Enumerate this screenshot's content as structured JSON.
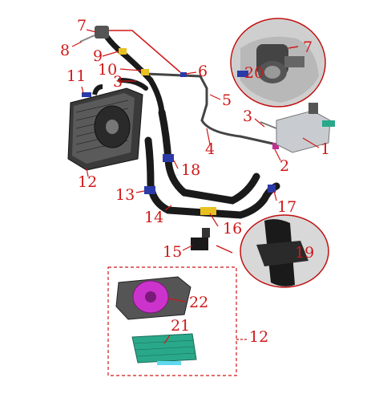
{
  "callouts": [
    {
      "id": "1",
      "text": "1"
    },
    {
      "id": "2",
      "text": "2"
    },
    {
      "id": "3a",
      "text": "3"
    },
    {
      "id": "3b",
      "text": "3"
    },
    {
      "id": "4",
      "text": "4"
    },
    {
      "id": "5",
      "text": "5"
    },
    {
      "id": "6",
      "text": "6"
    },
    {
      "id": "7a",
      "text": "7"
    },
    {
      "id": "7b",
      "text": "7"
    },
    {
      "id": "8",
      "text": "8"
    },
    {
      "id": "9",
      "text": "9"
    },
    {
      "id": "10",
      "text": "10"
    },
    {
      "id": "11",
      "text": "11"
    },
    {
      "id": "12a",
      "text": "12"
    },
    {
      "id": "12b",
      "text": "12"
    },
    {
      "id": "13",
      "text": "13"
    },
    {
      "id": "14",
      "text": "14"
    },
    {
      "id": "15",
      "text": "15"
    },
    {
      "id": "16",
      "text": "16"
    },
    {
      "id": "17",
      "text": "17"
    },
    {
      "id": "18",
      "text": "18"
    },
    {
      "id": "19",
      "text": "19"
    },
    {
      "id": "20",
      "text": "20"
    },
    {
      "id": "21",
      "text": "21"
    },
    {
      "id": "22",
      "text": "22"
    }
  ],
  "colors": {
    "callout": "#d01818",
    "hose": "#1a1a1a",
    "radiator": "#3a3a3a",
    "clamp_blue": "#2a3aa8",
    "reservoir": "#c8ccd0",
    "fan_magenta": "#cc33cc",
    "core_teal": "#2aa88a",
    "clamp_yellow": "#e8c020"
  }
}
